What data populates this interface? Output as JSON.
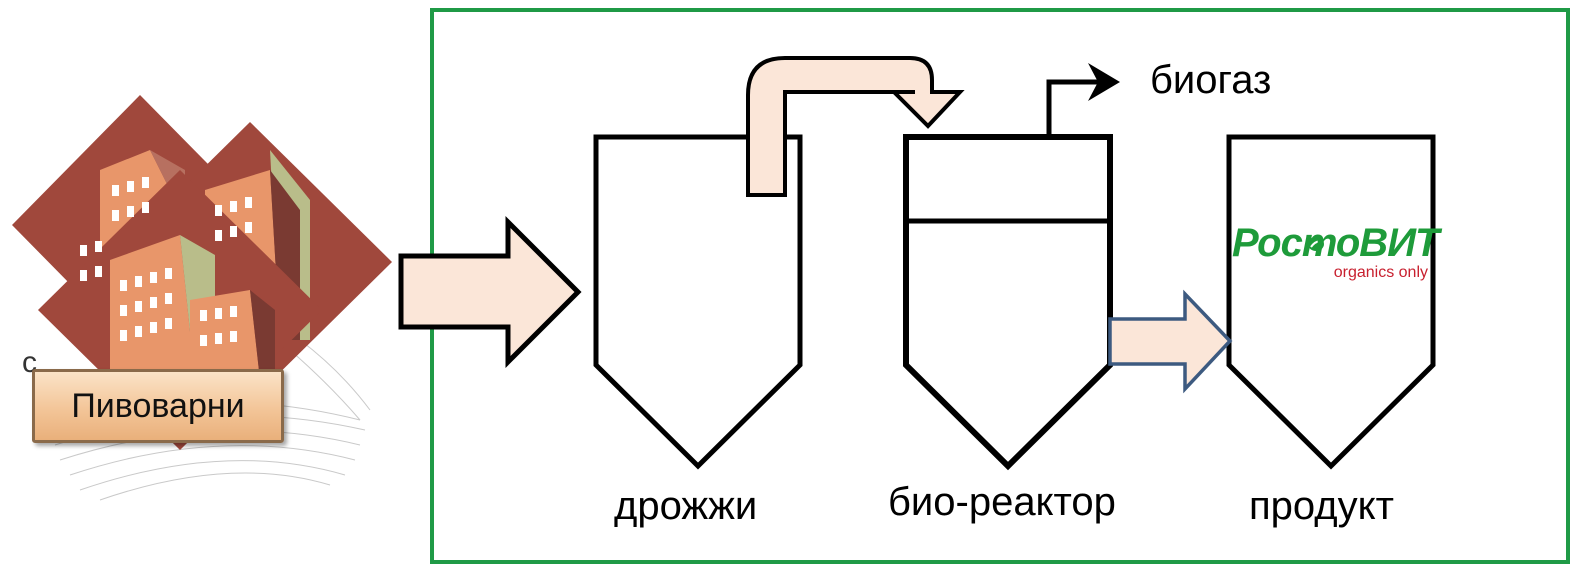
{
  "colors": {
    "frame_border": "#1f9a46",
    "arrow_fill": "#fbe6d8",
    "arrow_blue_stroke": "#3d5a80",
    "brick": "#a0483c",
    "building": "#e8966a",
    "logo_green": "#1e9b3a",
    "logo_red": "#c8202f"
  },
  "source": {
    "label": "Пивоварни",
    "partial_letter": "с"
  },
  "labels": {
    "yeast": "дрожжи",
    "bioreactor": "био-реактор",
    "product": "продукт",
    "biogas": "биогаз"
  },
  "logo": {
    "brand": "РостоВИТ",
    "tagline": "organics only"
  },
  "icons": [
    "buildings-icon",
    "leaf-icon"
  ]
}
